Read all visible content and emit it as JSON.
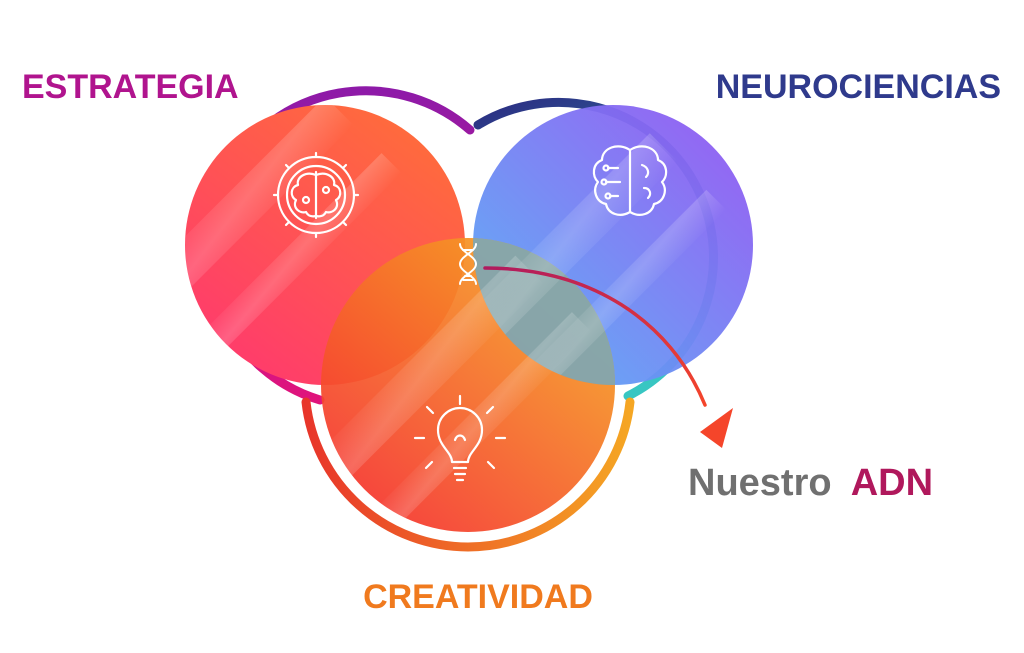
{
  "labels": {
    "strategy": "ESTRATEGIA",
    "neuro": "NEUROCIENCIAS",
    "creativity": "CREATIVIDAD",
    "dna_word1": "Nuestro",
    "dna_word2": "ADN"
  },
  "icons": {
    "strategy": "brain-gear-icon",
    "neuro": "brain-circuit-icon",
    "creativity": "lightbulb-icon",
    "center": "dna-icon"
  },
  "colors": {
    "strategy_ring": [
      "#8e1aa8",
      "#e0147c"
    ],
    "neuro_ring": [
      "#2b2c82",
      "#38c6c2"
    ],
    "creativity_ring": [
      "#e8352a",
      "#f5a623"
    ],
    "strategy_fill": [
      "#ff6a3d",
      "#ff3d6a"
    ],
    "neuro_fill": [
      "#8f5cf2",
      "#5aa9f5"
    ],
    "creativity_fill": [
      "#f53a2e",
      "#f5a623"
    ],
    "arrow": [
      "#b01a5e",
      "#f5452a"
    ],
    "dna_word1": "#707070",
    "dna_word2": "#b0185c"
  }
}
